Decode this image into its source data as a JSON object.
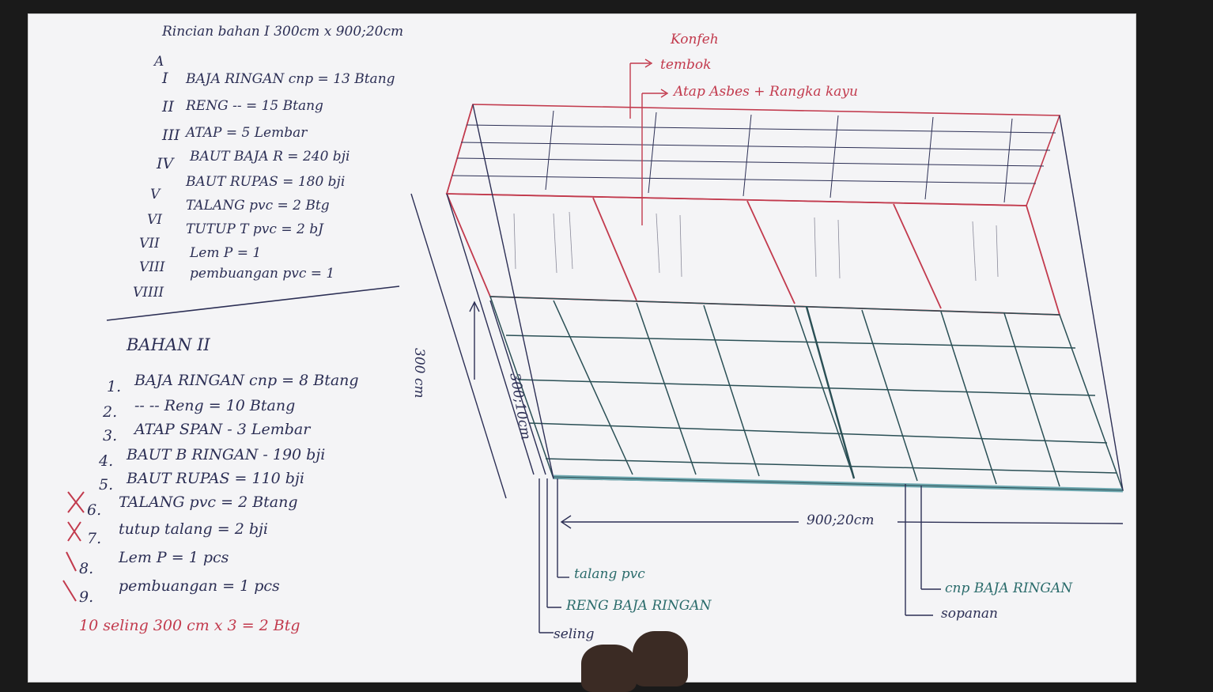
{
  "header": "Rincian bahan I 300cm x 900;20cm",
  "section_a_label": "A",
  "section_a": [
    {
      "num": "I",
      "text": "BAJA RINGAN cnp = 13 Btang"
    },
    {
      "num": "II",
      "text": "RENG -- = 15 Btang"
    },
    {
      "num": "III",
      "text": "ATAP = 5 Lembar"
    },
    {
      "num": "IV",
      "text": "BAUT BAJA R = 240 bji"
    },
    {
      "num": "V",
      "text": "BAUT RUPAS = 180 bji"
    },
    {
      "num": "VI",
      "text": "TALANG pvc = 2 Btg"
    },
    {
      "num": "VII",
      "text": "TUTUP T pvc = 2 bJ"
    },
    {
      "num": "VIII",
      "text": "Lem P = 1"
    },
    {
      "num": "VIIII",
      "text": "pembuangan pvc = 1"
    }
  ],
  "section_b_title": "BAHAN II",
  "section_b": [
    {
      "num": "1.",
      "text": "BAJA RINGAN cnp = 8 Btang"
    },
    {
      "num": "2.",
      "text": "-- -- Reng = 10 Btang"
    },
    {
      "num": "3.",
      "text": "ATAP SPAN - 3 Lembar"
    },
    {
      "num": "4.",
      "text": "BAUT B RINGAN - 190 bji"
    },
    {
      "num": "5.",
      "text": "BAUT RUPAS = 110 bji"
    },
    {
      "num": "6.",
      "text": "TALANG pvc = 2 Btang"
    },
    {
      "num": "7.",
      "text": "tutup talang = 2 bji"
    },
    {
      "num": "8.",
      "text": "Lem P = 1 pcs"
    },
    {
      "num": "9.",
      "text": "pembuangan = 1 pcs"
    }
  ],
  "section_b_extra": "10 seling 300 cm x 3 = 2 Btg",
  "diagram": {
    "label_konfeh": "Konfeh",
    "label_tembok": "tembok",
    "label_atap": "Atap Asbes + Rangka kayu",
    "dim_height": "300 cm",
    "dim_width": "900;20cm",
    "dim_depth": "300;10cm",
    "label_talang": "talang pvc",
    "label_reng": "RENG BAJA RINGAN",
    "label_seling": "seling",
    "label_cnp": "cnp BAJA RINGAN",
    "label_sopanan": "sopanan"
  },
  "colors": {
    "ink": "#2c2f55",
    "red_ink": "#c23a4d",
    "teal_ink": "#2a6b6b",
    "paper": "#f4f4f6"
  }
}
